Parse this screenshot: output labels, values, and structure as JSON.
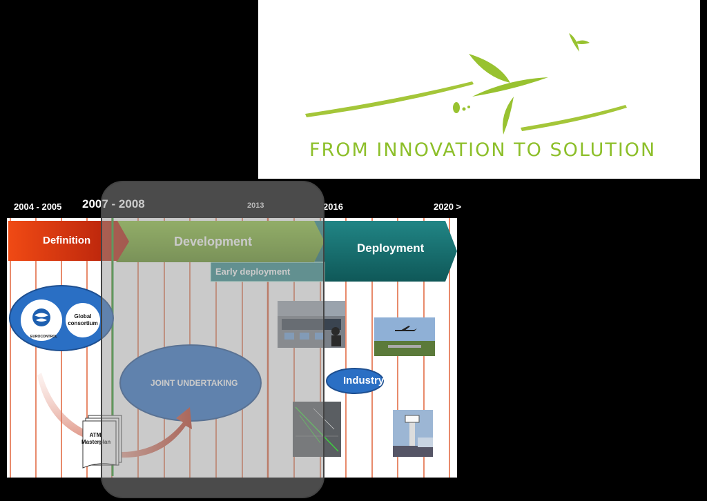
{
  "logo": {
    "tagline": "FROM INNOVATION TO SOLUTION",
    "emblem_icon": "green-bird-brushstroke-icon",
    "accent_color": "#8dbf2a"
  },
  "timeline": {
    "years": {
      "y2004": "2004 - 2005",
      "y2007": "2007 - 2008",
      "y2013": "2013",
      "y2016": "2016",
      "y2020": "2020 >"
    },
    "phases": {
      "definition": "Definition",
      "development": "Development",
      "deployment": "Deployment",
      "early_deployment": "Early deployment"
    },
    "colors": {
      "definition": "#e23a12",
      "development": "#7cae2a",
      "deployment": "#1a7474",
      "gridline": "#e0633a",
      "milestone": "#2a9a2a",
      "bubble": "#2a6fc4"
    },
    "eurocontrol_logo_text": "EUROCONTROL",
    "global_consortium": "Global consortium",
    "joint_undertaking": "JOINT UNDERTAKING",
    "industry": "Industry",
    "atm_masterplan": "ATM Masterplan"
  }
}
